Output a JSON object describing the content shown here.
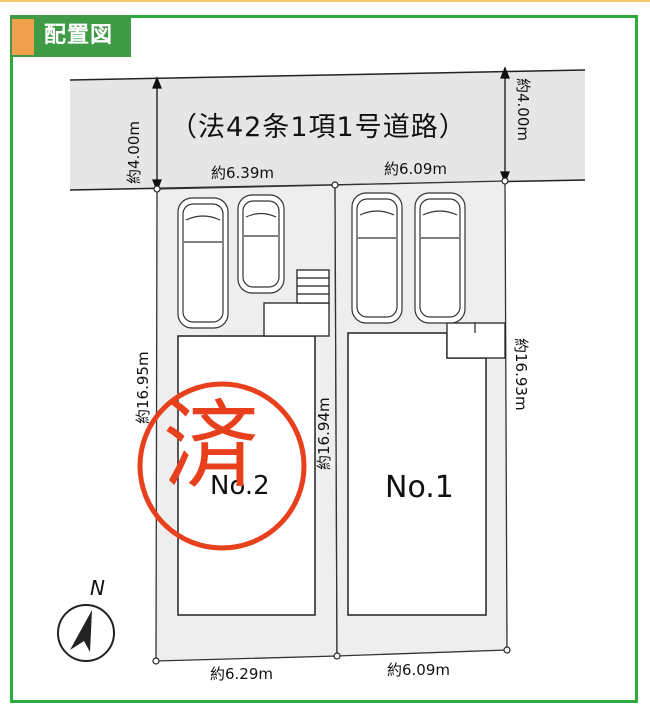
{
  "header": {
    "title": "配置図",
    "accent_color": "#f0a04a",
    "tab_color": "#3f9a45",
    "frame_color": "#2daa3c"
  },
  "road": {
    "label": "（法42条1項1号道路）",
    "width_left": "約4.00m",
    "width_right": "約4.00m"
  },
  "frontage": {
    "lot2": "約6.39m",
    "lot1": "約6.09m"
  },
  "rear": {
    "lot2": "約6.29m",
    "lot1": "約6.09m"
  },
  "depth": {
    "lot2_left": "約16.95m",
    "shared_middle": "約16.94m",
    "lot1_right": "約16.93m"
  },
  "lots": [
    {
      "id": "lot-2",
      "label": "No.2",
      "status": "済",
      "status_color": "#e8401c",
      "parking_spaces": 2
    },
    {
      "id": "lot-1",
      "label": "No.1",
      "status": "",
      "parking_spaces": 2
    }
  ],
  "compass": {
    "label": "N"
  }
}
